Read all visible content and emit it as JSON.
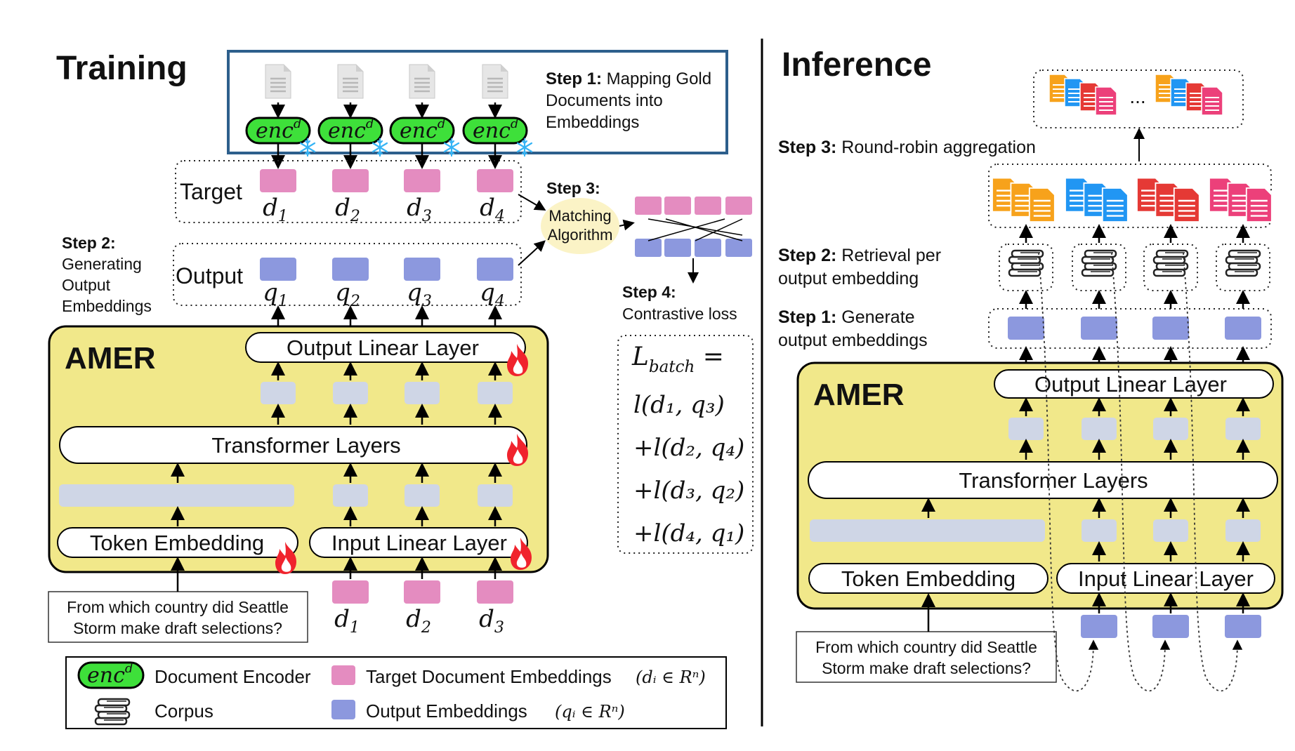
{
  "training": {
    "title": "Training",
    "step1_bold": "Step 1:",
    "step1_text1": " Mapping Gold",
    "step1_text2": "Documents into",
    "step1_text3": "Embeddings",
    "enc_label": "enc",
    "enc_sup": "d",
    "target_label": "Target",
    "output_label": "Output",
    "d_labels": [
      "d",
      "d",
      "d",
      "d"
    ],
    "d_subs": [
      "1",
      "2",
      "3",
      "4"
    ],
    "q_labels": [
      "q",
      "q",
      "q",
      "q"
    ],
    "q_subs": [
      "1",
      "2",
      "3",
      "4"
    ],
    "step2_bold": "Step 2:",
    "step2_lines": [
      "Generating",
      "Output",
      "Embeddings"
    ],
    "step3_bold": "Step 3:",
    "matching_lines": [
      "Matching",
      "Algorithm"
    ],
    "step4_bold": "Step 4:",
    "step4_text": "Contrastive loss",
    "loss_lhs": "L",
    "loss_sub": "batch",
    "loss_eq": " =",
    "loss_terms": [
      "l(d₁, q₃)",
      "+l(d₂, q₄)",
      "+l(d₃, q₂)",
      "+l(d₄, q₁)"
    ],
    "amer_label": "AMER",
    "output_linear": "Output Linear Layer",
    "transformer": "Transformer Layers",
    "token_embedding": "Token Embedding",
    "input_linear": "Input Linear Layer",
    "question": [
      "From which country did Seattle",
      "Storm make draft selections?"
    ],
    "input_d": [
      "d",
      "d",
      "d"
    ],
    "input_d_subs": [
      "1",
      "2",
      "3"
    ]
  },
  "legend": {
    "encoder": "Document Encoder",
    "target": "Target Document Embeddings",
    "target_math": "(dᵢ ∈ Rⁿ)",
    "corpus": "Corpus",
    "output": "Output Embeddings",
    "output_math": "(qᵢ ∈ Rⁿ)"
  },
  "inference": {
    "title": "Inference",
    "ellipsis": "...",
    "step3_bold": "Step 3:",
    "step3_text": " Round-robin aggregation",
    "step2_bold": "Step 2:",
    "step2_text1": " Retrieval per",
    "step2_text2": "output embedding",
    "step1_bold": "Step 1:",
    "step1_text1": " Generate",
    "step1_text2": "output embeddings",
    "amer_label": "AMER",
    "output_linear": "Output Linear Layer",
    "transformer": "Transformer Layers",
    "token_embedding": "Token Embedding",
    "input_linear": "Input Linear Layer",
    "question": [
      "From which country did Seattle",
      "Storm make draft selections?"
    ]
  },
  "colors": {
    "pink": "#e48cc0",
    "blue": "#8c98de",
    "gray": "#cfd6e6",
    "amer_fill": "#f1e88a",
    "enc_fill": "#3ee03a",
    "matching_fill": "#fbf3c6",
    "doc_orange": "#f7a21b",
    "doc_blue": "#2196f3",
    "doc_red": "#e53935",
    "doc_pink": "#ec407a"
  }
}
